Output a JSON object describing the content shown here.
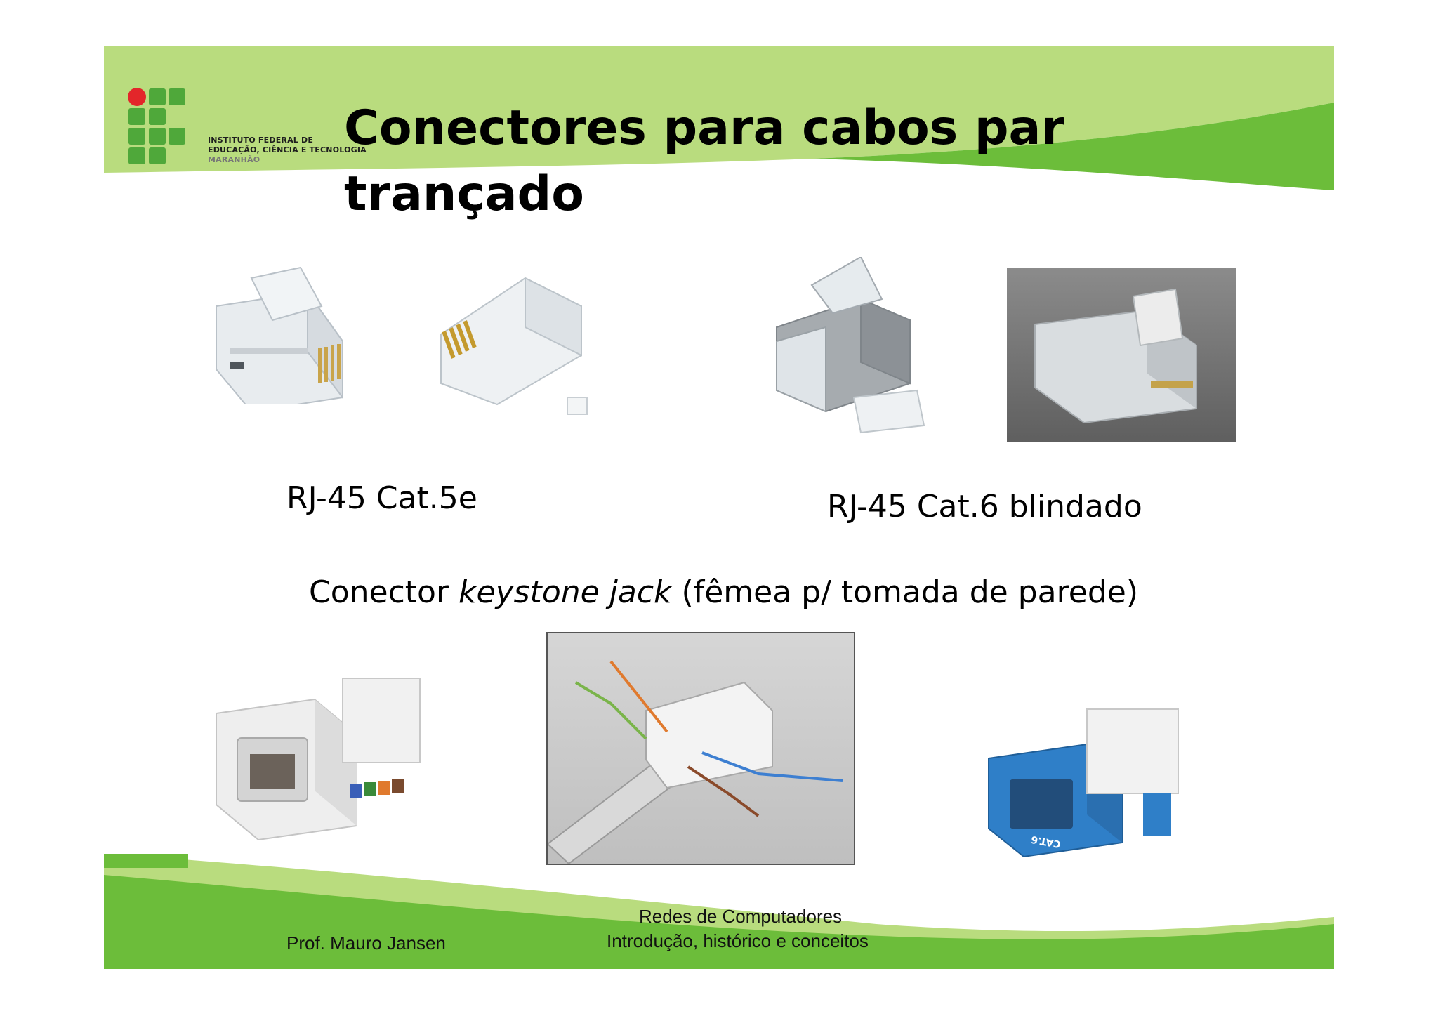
{
  "logo": {
    "line1": "INSTITUTO FEDERAL DE",
    "line2": "EDUCAÇÃO, CIÊNCIA E TECNOLOGIA",
    "line3": "MARANHÃO"
  },
  "title": "Conectores para cabos par trançado",
  "captions": {
    "rj45_cat5e": "RJ-45 Cat.5e",
    "rj45_cat6": "RJ-45 Cat.6 blindado",
    "keystone_prefix": "Conector ",
    "keystone_italic": "keystone jack",
    "keystone_suffix": " (fêmea p/ tomada de parede)"
  },
  "footer": {
    "author": "Prof.  Mauro Jansen",
    "course": "Redes de Computadores",
    "topic": "Introdução, histórico e conceitos"
  },
  "keystone_cat_label": "CAT.6",
  "colors": {
    "header_light_green": "#b9dc7e",
    "accent_green": "#6cbd3a",
    "logo_red": "#e3262a",
    "logo_green": "#4fa83a",
    "keystone_blue": "#2f7fc8"
  }
}
